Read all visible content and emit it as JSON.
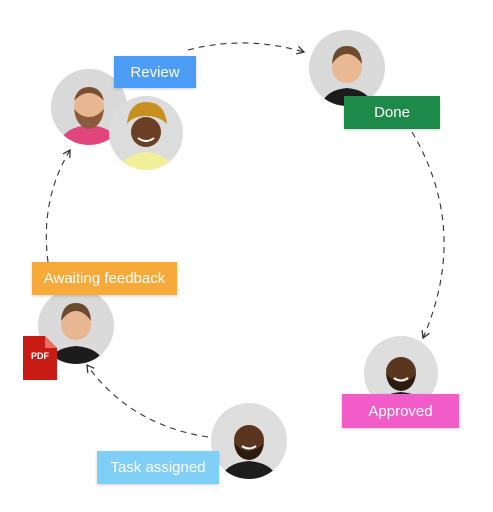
{
  "stages": {
    "review": {
      "label": "Review",
      "color": "#4C9BF5"
    },
    "done": {
      "label": "Done",
      "color": "#1E8A4A"
    },
    "approved": {
      "label": "Approved",
      "color": "#F25CC8"
    },
    "task_assigned": {
      "label": "Task assigned",
      "color": "#7FCFF7"
    },
    "awaiting_feedback": {
      "label": "Awaiting feedback",
      "color": "#F7A93A"
    }
  },
  "attachment": {
    "label": "PDF",
    "color": "#C81B14",
    "icon": "pdf-file-icon"
  },
  "avatars": [
    {
      "name": "avatar-review-man-beard",
      "icon": "person-photo-icon"
    },
    {
      "name": "avatar-review-woman",
      "icon": "person-photo-icon"
    },
    {
      "name": "avatar-done-man",
      "icon": "person-photo-icon"
    },
    {
      "name": "avatar-approved-man",
      "icon": "person-photo-icon"
    },
    {
      "name": "avatar-task-assigned-man",
      "icon": "person-photo-icon"
    },
    {
      "name": "avatar-awaiting-feedback-man",
      "icon": "person-photo-icon"
    }
  ]
}
